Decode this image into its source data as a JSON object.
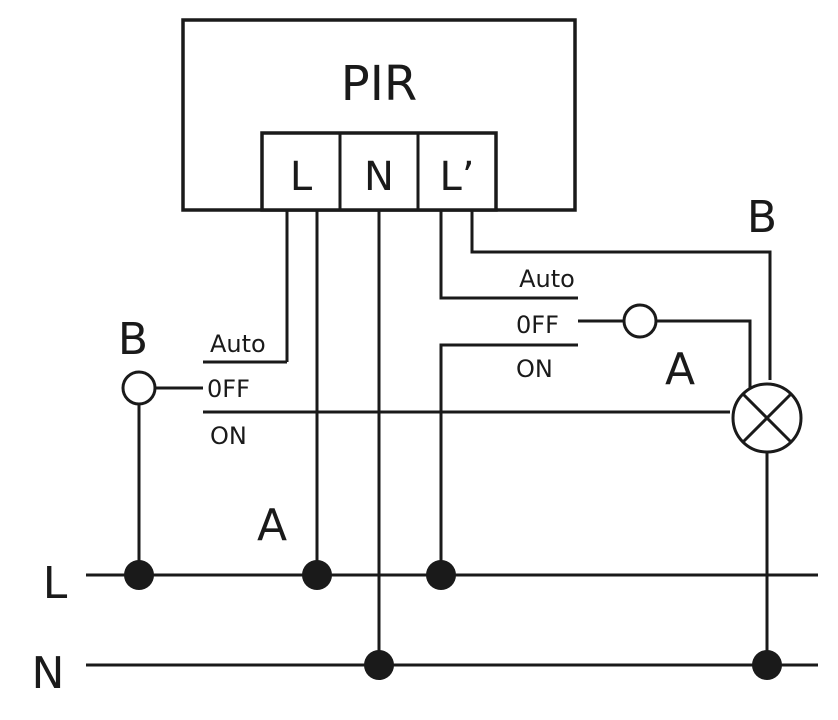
{
  "pir_label": "PIR",
  "terminals": {
    "l": "L",
    "n": "N",
    "lp": "L’"
  },
  "left_switch": {
    "name": "B",
    "auto": "Auto",
    "off": "0FF",
    "on": "ON"
  },
  "right_switch": {
    "name": "A",
    "auto": "Auto",
    "off": "0FF",
    "on": "ON"
  },
  "lamp_wire_label": "B",
  "feed_label": "A",
  "rails": {
    "line": "L",
    "neutral": "N"
  },
  "colors": {
    "ink": "#1a1a1a",
    "background": "#ffffff"
  }
}
